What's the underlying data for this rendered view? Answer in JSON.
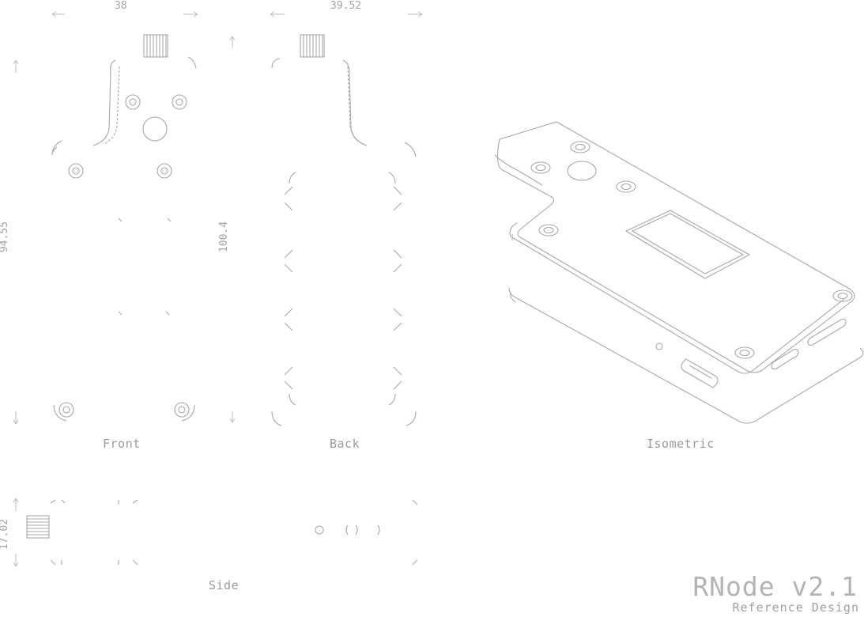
{
  "views": {
    "front": "Front",
    "back": "Back",
    "isometric": "Isometric",
    "side": "Side"
  },
  "dimensions": {
    "front_width": "38",
    "back_width": "39.52",
    "front_height": "94.55",
    "inner_height": "100.4",
    "side_height": "17.02"
  },
  "title": {
    "main": "RNode v2.1",
    "sub": "Reference Design"
  }
}
